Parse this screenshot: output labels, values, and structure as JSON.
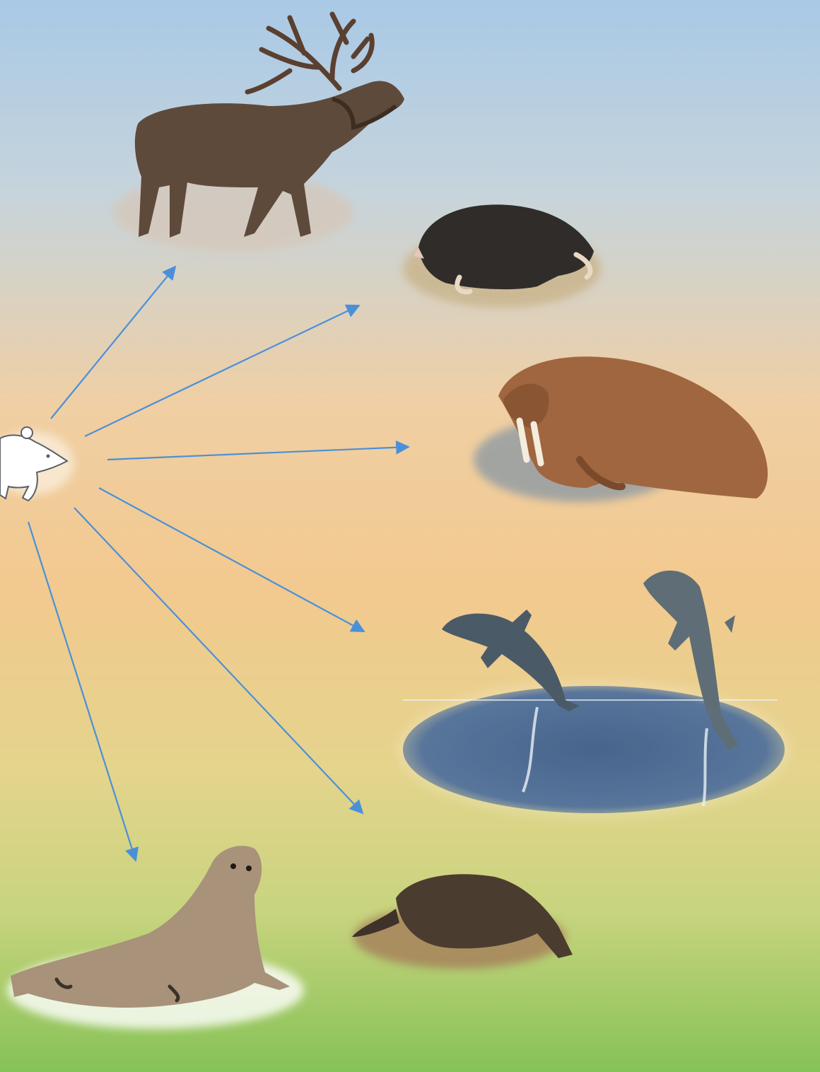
{
  "diagram": {
    "type": "adaptive-radiation",
    "center_node": {
      "icon": "shrew-icon"
    },
    "branches": [
      {
        "target": "elk",
        "icon": "elk-icon"
      },
      {
        "target": "mole",
        "icon": "mole-icon"
      },
      {
        "target": "walrus",
        "icon": "walrus-icon"
      },
      {
        "target": "dolphins",
        "icon": "dolphin-icon"
      },
      {
        "target": "platypus",
        "icon": "platypus-icon"
      },
      {
        "target": "seal",
        "icon": "seal-icon"
      }
    ],
    "arrow_color": "#4a90d9",
    "background_colors": [
      "#a8c8e4",
      "#f2cf9e",
      "#e3d68e",
      "#8ec65a"
    ]
  }
}
